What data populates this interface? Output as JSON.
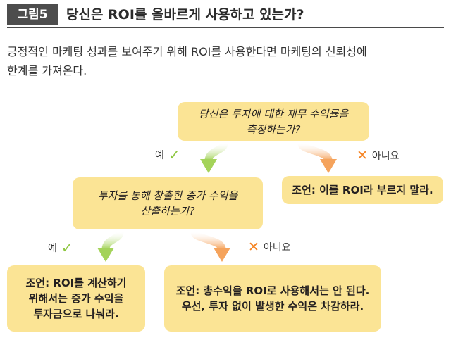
{
  "figure": {
    "label": "그림5",
    "title": "당신은 ROI를 올바르게 사용하고 있는가?"
  },
  "intro": {
    "line1": "긍정적인 마케팅 성과를 보여주기 위해 ROI를 사용한다면 마케팅의 신뢰성에",
    "line2": "한계를 가져온다."
  },
  "nodes": {
    "q1": {
      "line1": "당신은 투자에 대한 재무 수익률을",
      "line2": "측정하는가?"
    },
    "a1_no": "조언: 이를 ROI라 부르지 말라.",
    "q2": {
      "line1": "투자를 통해 창출한 증가 수익을",
      "line2": "산출하는가?"
    },
    "a2_yes": {
      "line1": "조언: ROI를 계산하기",
      "line2": "위해서는 증가 수익을",
      "line3": "투자금으로 나눠라."
    },
    "a2_no": {
      "line1": "조언: 총수익을 ROI로 사용해서는 안 된다.",
      "line2": "우선, 투자 없이 발생한 수익은 차감하라."
    }
  },
  "answers": {
    "yes": "예",
    "no": "아니요"
  },
  "colors": {
    "box_fill": "#fbe495",
    "yes_arrow": "#a4d35a",
    "no_arrow": "#f5a35c",
    "yes_mark": "#8dc63f",
    "no_mark": "#f58220"
  },
  "icons": {
    "yes": "check-icon",
    "no": "cross-icon"
  }
}
